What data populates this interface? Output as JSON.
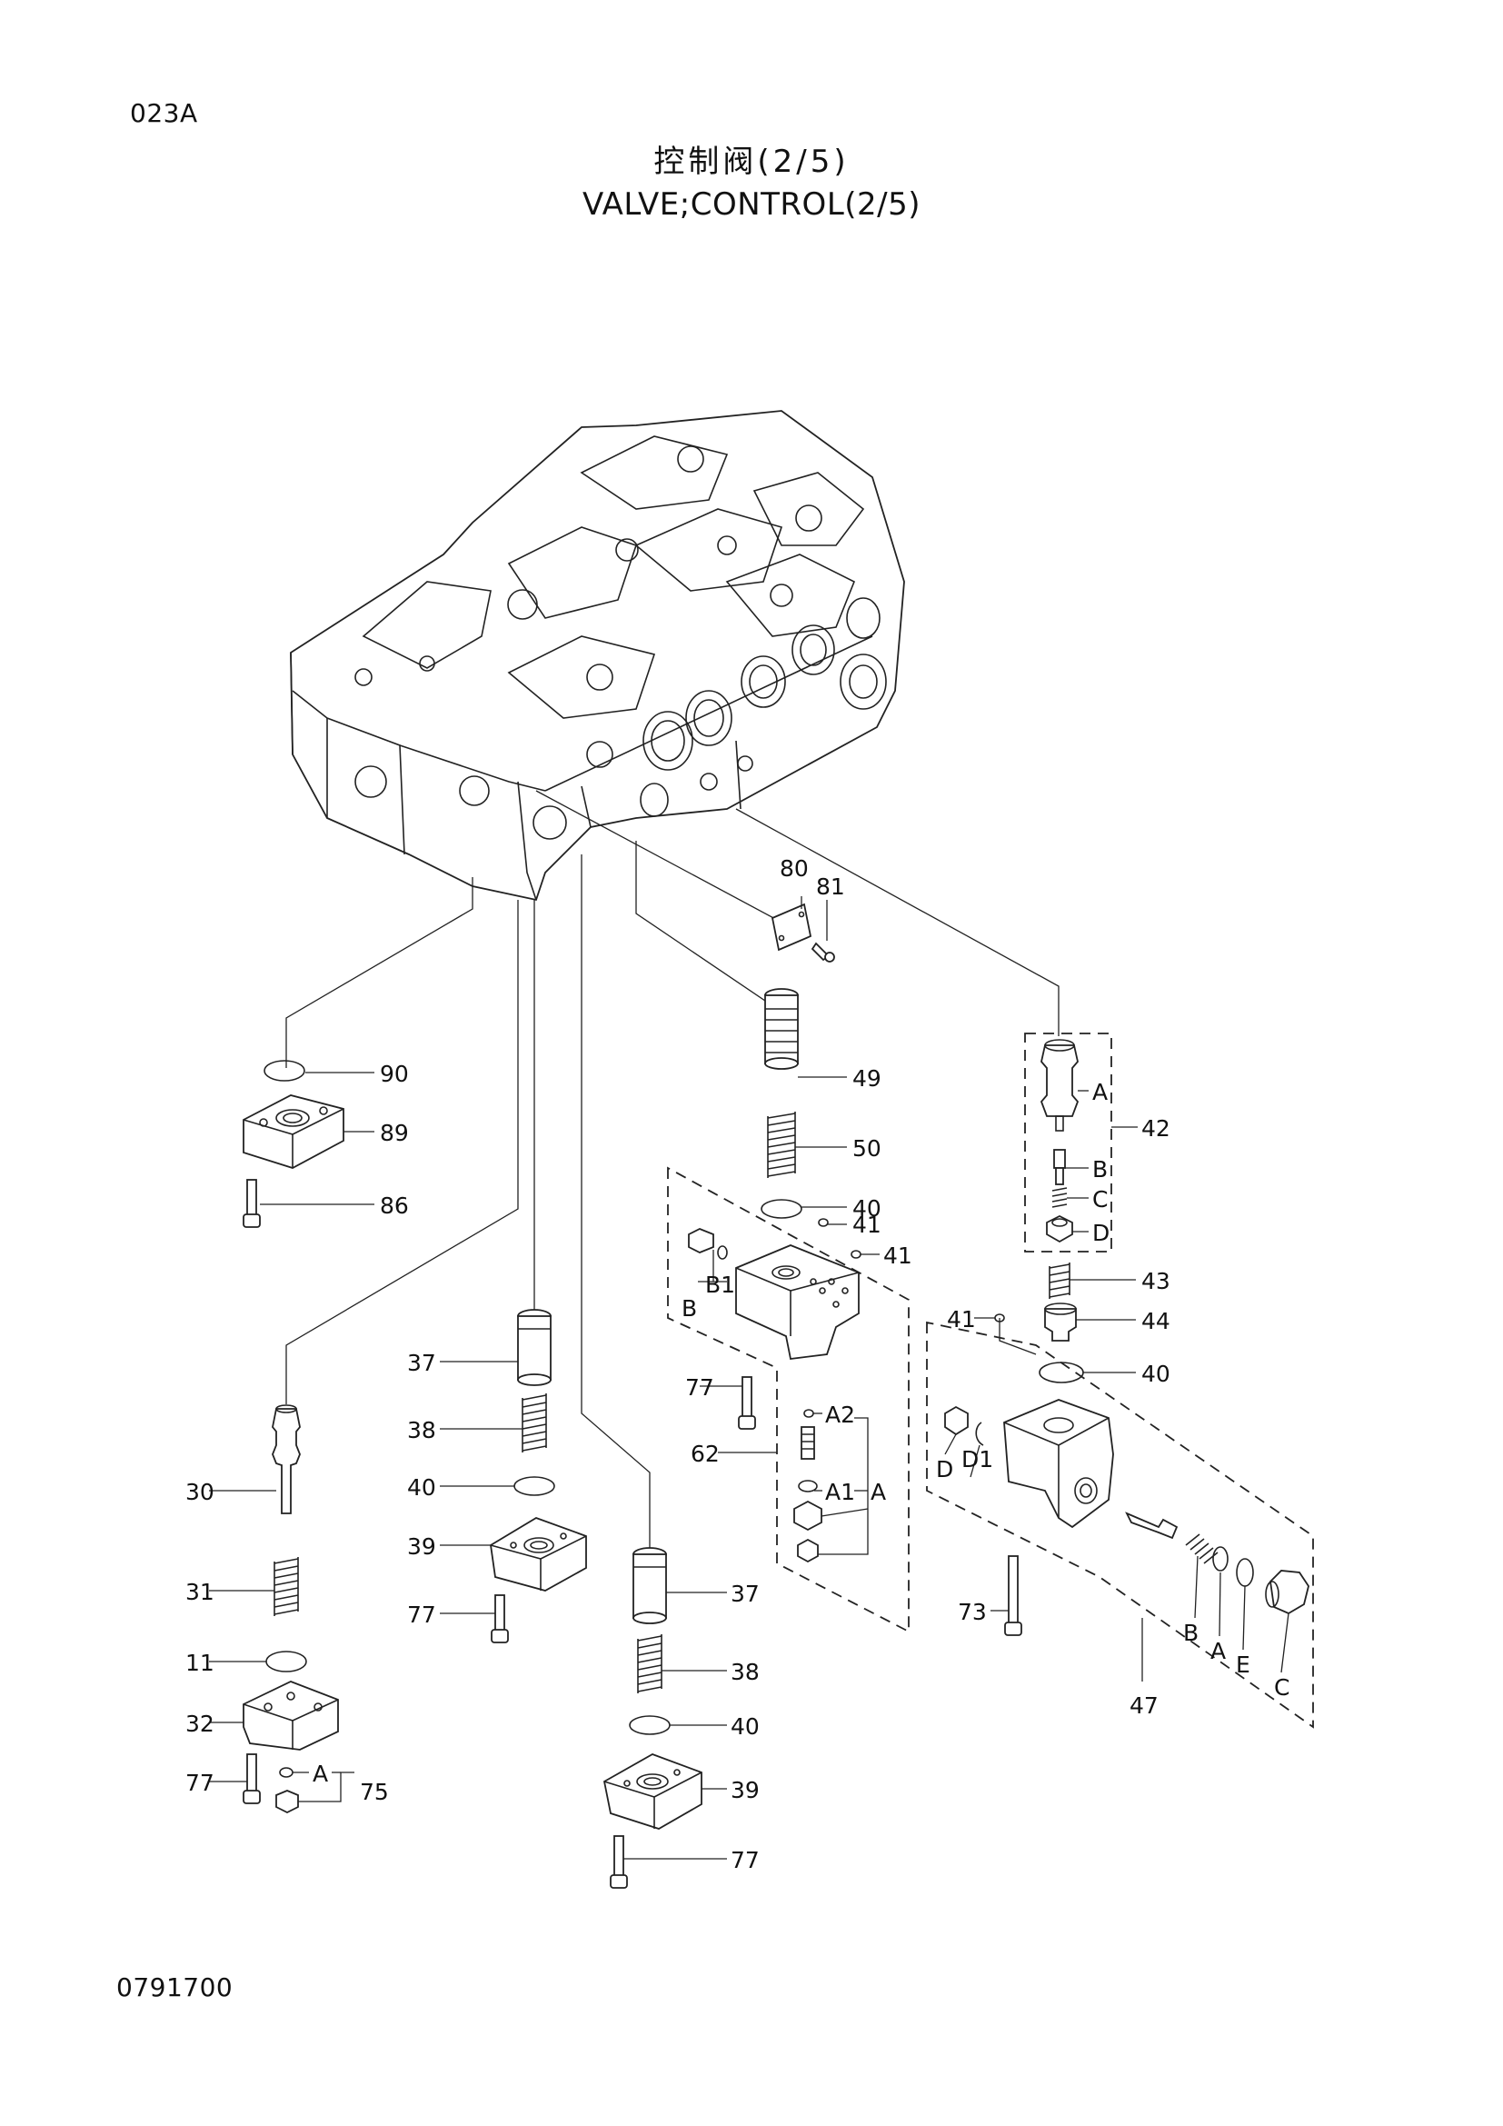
{
  "header": {
    "page_code": "023A",
    "title_cn": "控制阀(2/5)",
    "title_en": "VALVE;CONTROL(2/5)"
  },
  "footer": {
    "doc_number": "0791700"
  },
  "callouts": {
    "p80": "80",
    "p81": "81",
    "p90": "90",
    "p89": "89",
    "p86": "86",
    "p49": "49",
    "p50": "50",
    "p40a": "40",
    "p41a": "41",
    "p41b": "41",
    "p42": "42",
    "p42A": "A",
    "p42B": "B",
    "p42C": "C",
    "p42D": "D",
    "p43": "43",
    "p44": "44",
    "p41c": "41",
    "p40b": "40",
    "p37a": "37",
    "p38a": "38",
    "p40c": "40",
    "p39a": "39",
    "p77a": "77",
    "p30": "30",
    "p31": "31",
    "p11": "11",
    "p32": "32",
    "p77b": "77",
    "p75A": "A",
    "p75": "75",
    "p62B": "B",
    "p62B1": "B1",
    "p77c": "77",
    "p62": "62",
    "p62A2": "A2",
    "p62A1": "A1",
    "p62A": "A",
    "p37b": "37",
    "p38b": "38",
    "p40d": "40",
    "p39b": "39",
    "p77d": "77",
    "p47D": "D",
    "p47D1": "D1",
    "p73": "73",
    "p47Bl": "B",
    "p47Al": "A",
    "p47El": "E",
    "p47Cl": "C",
    "p47": "47"
  }
}
